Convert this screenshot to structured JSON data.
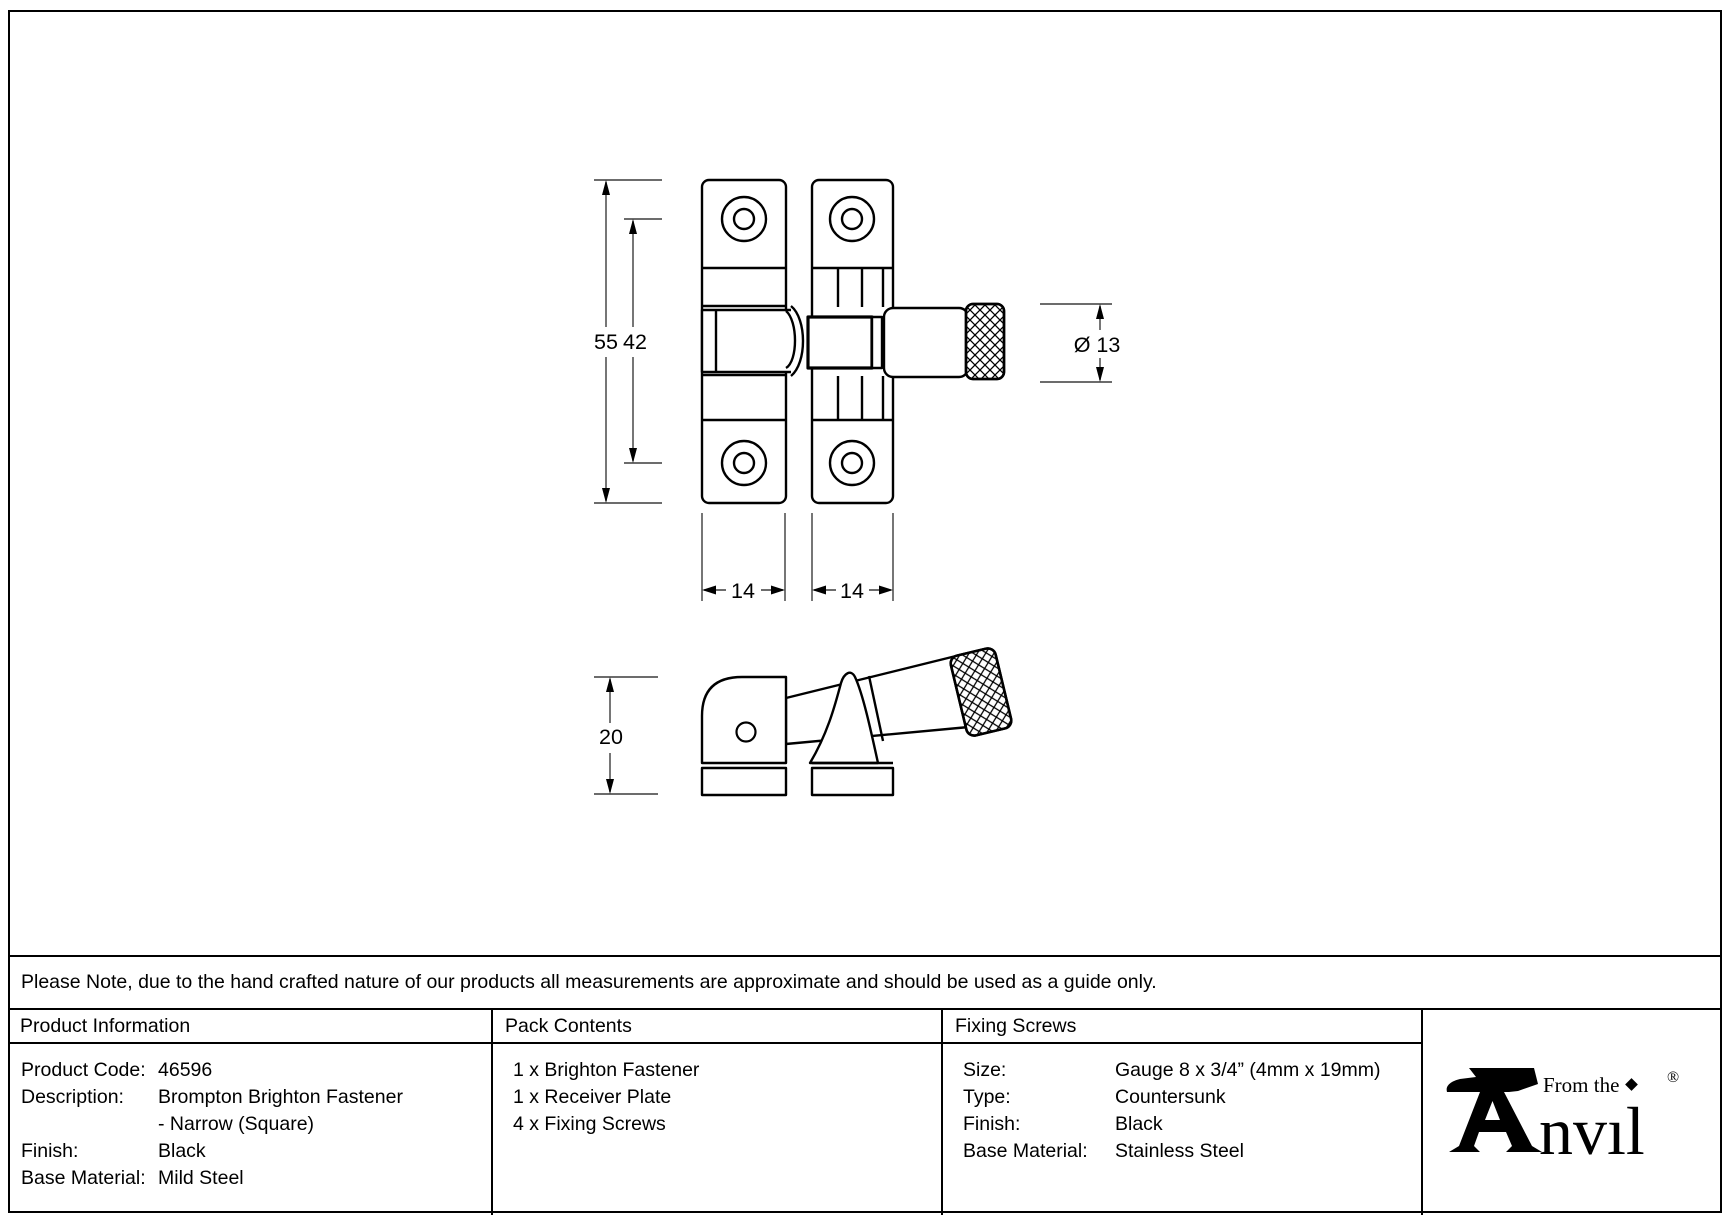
{
  "note": "Please Note, due to the hand crafted nature of our products all measurements are approximate and should be used as a guide only.",
  "drawing": {
    "dims": {
      "height_overall": "55",
      "hole_spacing": "42",
      "knob_diameter": "Ø 13",
      "plate_width_left": "14",
      "plate_width_right": "14",
      "side_height": "20"
    }
  },
  "table": {
    "product_information": {
      "header": "Product Information",
      "rows": [
        {
          "label": "Product Code:",
          "value": "46596"
        },
        {
          "label": "Description:",
          "value": "Brompton Brighton Fastener"
        },
        {
          "label": "",
          "value": "- Narrow (Square)"
        },
        {
          "label": "Finish:",
          "value": "Black"
        },
        {
          "label": "Base Material:",
          "value": "Mild Steel"
        }
      ]
    },
    "pack_contents": {
      "header": "Pack Contents",
      "items": [
        "1 x Brighton Fastener",
        "1 x Receiver Plate",
        "4 x Fixing Screws"
      ]
    },
    "fixing_screws": {
      "header": "Fixing Screws",
      "rows": [
        {
          "label": "Size:",
          "value": "Gauge 8 x 3/4” (4mm x 19mm)"
        },
        {
          "label": "Type:",
          "value": "Countersunk"
        },
        {
          "label": "Finish:",
          "value": "Black"
        },
        {
          "label": "Base Material:",
          "value": "Stainless Steel"
        }
      ]
    }
  },
  "logo": {
    "from_the": "From the",
    "brand": "nvıl",
    "registered": "®"
  },
  "colors": {
    "outline": "#000000",
    "dimension_line": "#3c3c3c",
    "background": "#ffffff"
  }
}
